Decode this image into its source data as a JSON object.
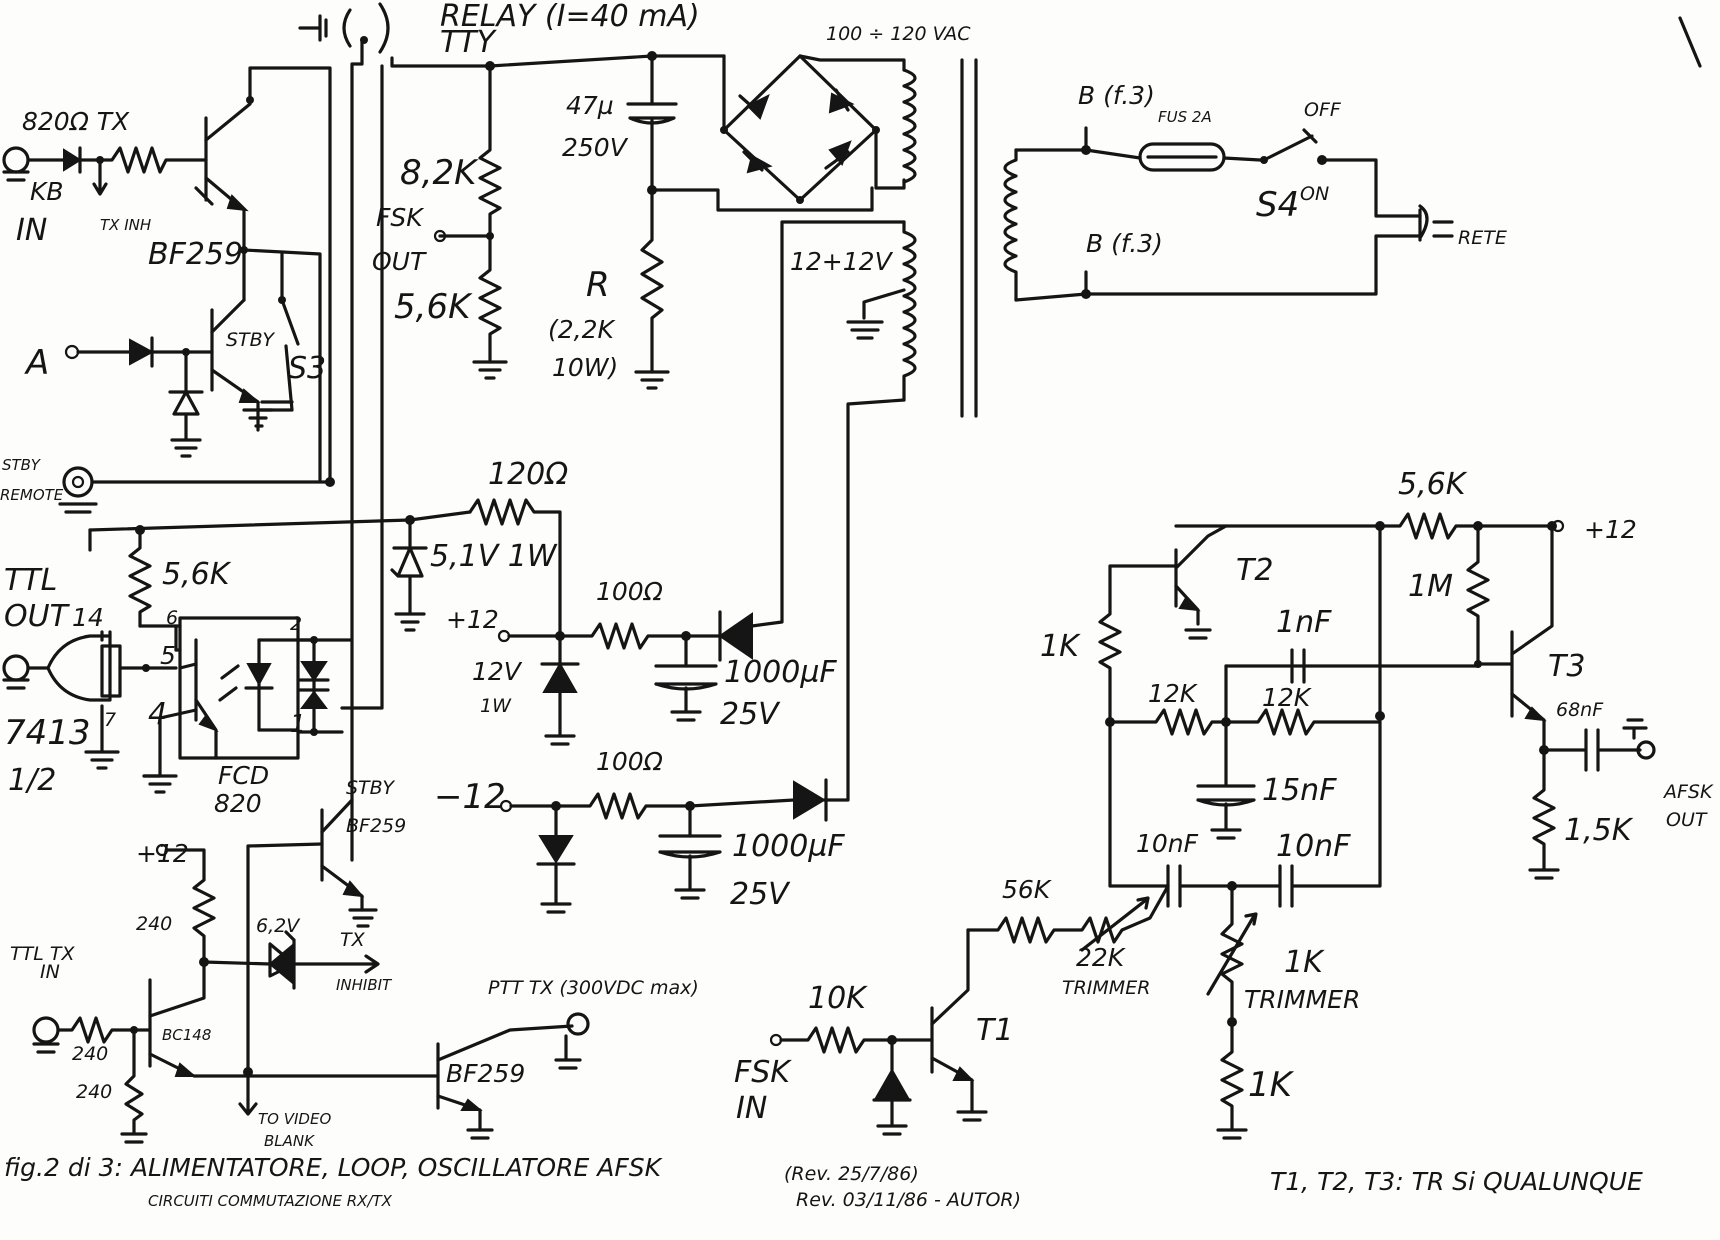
{
  "labels": {
    "relay": "RELAY (I=40 mA)",
    "tty": "TTY",
    "vac": "100 ÷ 120 VAC",
    "cap47": "47µ",
    "cap47v": "250V",
    "r82k": "8,2K",
    "fskOut1": "FSK",
    "fskOut2": "OUT",
    "r56k_fsk": "5,6K",
    "rR": "R",
    "rRval1": "(2,2K",
    "rRval2": "10W)",
    "v1212": "12+12V",
    "r820": "820Ω TX",
    "kb": "KB",
    "in": "IN",
    "txInh": "TX INH",
    "bf259a": "BF259",
    "stbyA": "STBY",
    "s3": "S3",
    "inA": "A",
    "stbyRemote1": "STBY",
    "stbyRemote2": "REMOTE",
    "r120": "120Ω",
    "z51": "5,1V 1W",
    "ttlOut1": "TTL",
    "ttlOut2": "OUT",
    "pin14": "14",
    "r56k": "5,6K",
    "ic7413": "7413",
    "ic12": "1/2",
    "pin7": "7",
    "opto1": "FCD",
    "opto2": "820",
    "pin6": "6",
    "pin5": "5",
    "pin4": "4",
    "pin2": "2",
    "pin1": "1",
    "plus12a": "+12",
    "r100a": "100Ω",
    "z12v1": "12V",
    "z12v2": "1W",
    "c1000a": "1000µF",
    "c1000av": "25V",
    "minus12": "−12",
    "r100b": "100Ω",
    "c1000b": "1000µF",
    "c1000bv": "25V",
    "stbyB": "STBY",
    "bf259b": "BF259",
    "tx": "TX",
    "inhibit": "INHIBIT",
    "plus12b": "+12",
    "r240a": "240",
    "z62": "6,2V",
    "ttlTx1": "TTL TX",
    "ttlTx2": "IN",
    "r240b": "240",
    "r240c": "240",
    "bc": "BC148",
    "pttTx": "PTT TX (300VDC max)",
    "bf259c": "BF259",
    "toVideo1": "TO VIDEO",
    "toVideo2": "BLANK",
    "b13a": "B (f.3)",
    "fus": "FUS 2A",
    "off": "OFF",
    "on": "ON",
    "s4": "S4",
    "rete": "RETE",
    "b13b": "B (f.3)",
    "r56k_t": "5,6K",
    "plus12c": "+12",
    "t2": "T2",
    "r1m": "1M",
    "r1k_a": "1K",
    "c1nf": "1nF",
    "t3": "T3",
    "c68nf": "68nF",
    "r12k_a": "12K",
    "r12k_b": "12K",
    "c15nf": "15nF",
    "afsk1": "AFSK",
    "afsk2": "OUT",
    "r15k": "1,5K",
    "c10nf_a": "10nF",
    "c10nf_b": "10nF",
    "r56k_b": "56K",
    "r22k1": "22K",
    "r22k2": "TRIMMER",
    "r1k_t1": "1K",
    "r1k_t2": "TRIMMER",
    "r10k": "10K",
    "t1": "T1",
    "fskIn1": "FSK",
    "fskIn2": "IN",
    "r1k_b": "1K",
    "caption1": "fig.2 di 3: ALIMENTATORE, LOOP, OSCILLATORE AFSK",
    "caption2": "CIRCUITI COMMUTAZIONE RX/TX",
    "rev1": "(Rev. 25/7/86)",
    "rev2": "Rev. 03/11/86 - AUTOR)",
    "tnote": "T1, T2, T3: TR Si QUALUNQUE"
  }
}
